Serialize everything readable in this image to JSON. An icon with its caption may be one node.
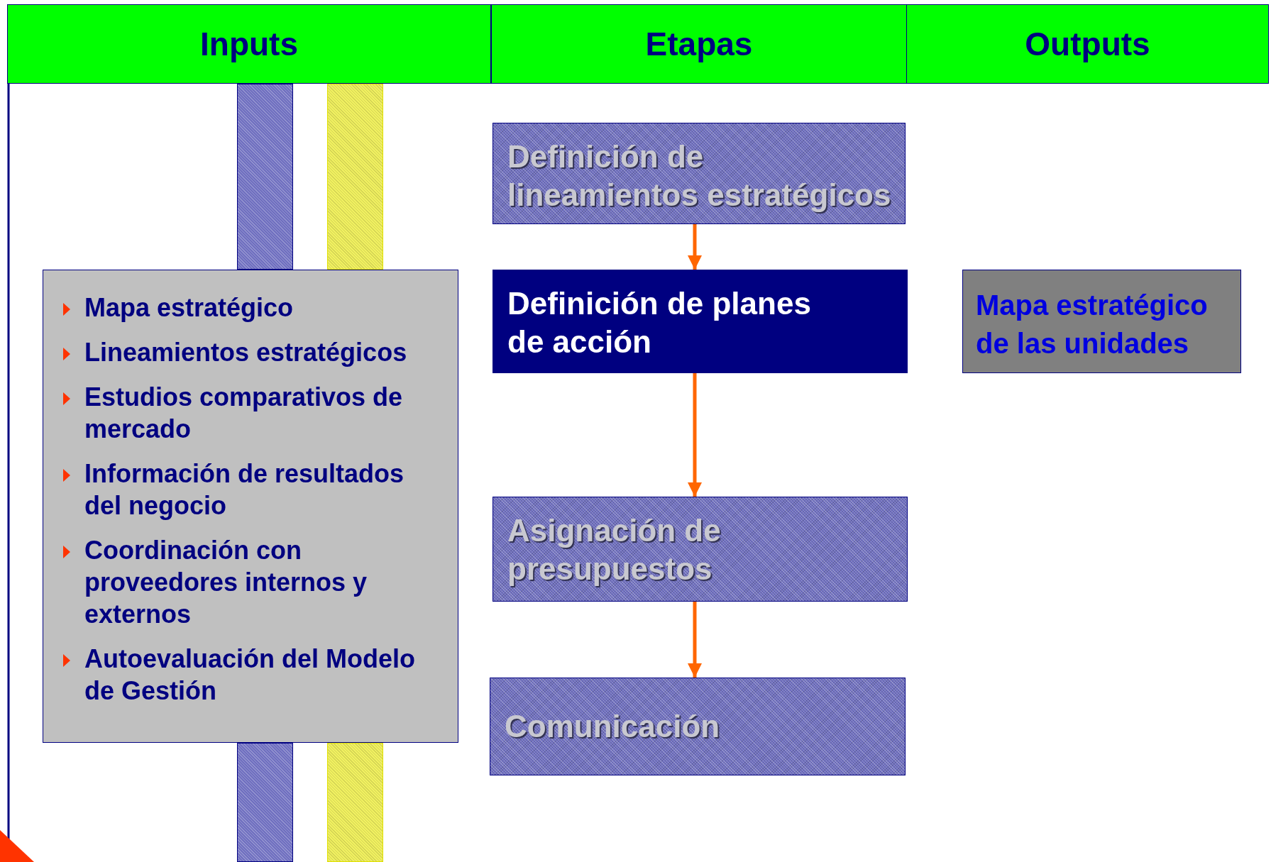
{
  "diagram": {
    "nodes": [
      {
        "text": [
          "Inputs"
        ]
      },
      {
        "text": [
          "Etapas"
        ]
      },
      {
        "text": [
          "Outputs"
        ]
      },
      {
        "text": [
          "Mapa estratégico",
          "Lineamientos estratégicos",
          "Estudios comparativos de mercado",
          "Información de resultados del negocio",
          "Coordinación con proveedores internos y externos",
          "Autoevaluación del Modelo de Gestión"
        ]
      },
      {
        "text": [
          "Definición de lineamientos estratégicos"
        ]
      },
      {
        "text": [
          "Definición de planes de acción"
        ]
      },
      {
        "text": [
          "Asignación de presupuestos"
        ]
      },
      {
        "text": [
          "Comunicación"
        ]
      },
      {
        "text": [
          "Mapa estratégico de las unidades"
        ]
      },
      {
        "text": [],
        "shape": "bar"
      },
      {
        "text": [],
        "shape": "bar"
      },
      {
        "text": [],
        "shape": "bar"
      },
      {
        "text": [],
        "shape": "bar"
      }
    ],
    "edges": [
      {
        "from": 4,
        "to": 5,
        "arrow": "to"
      },
      {
        "from": 5,
        "to": 6,
        "arrow": "to"
      },
      {
        "from": 6,
        "to": 7,
        "arrow": "to"
      }
    ]
  }
}
